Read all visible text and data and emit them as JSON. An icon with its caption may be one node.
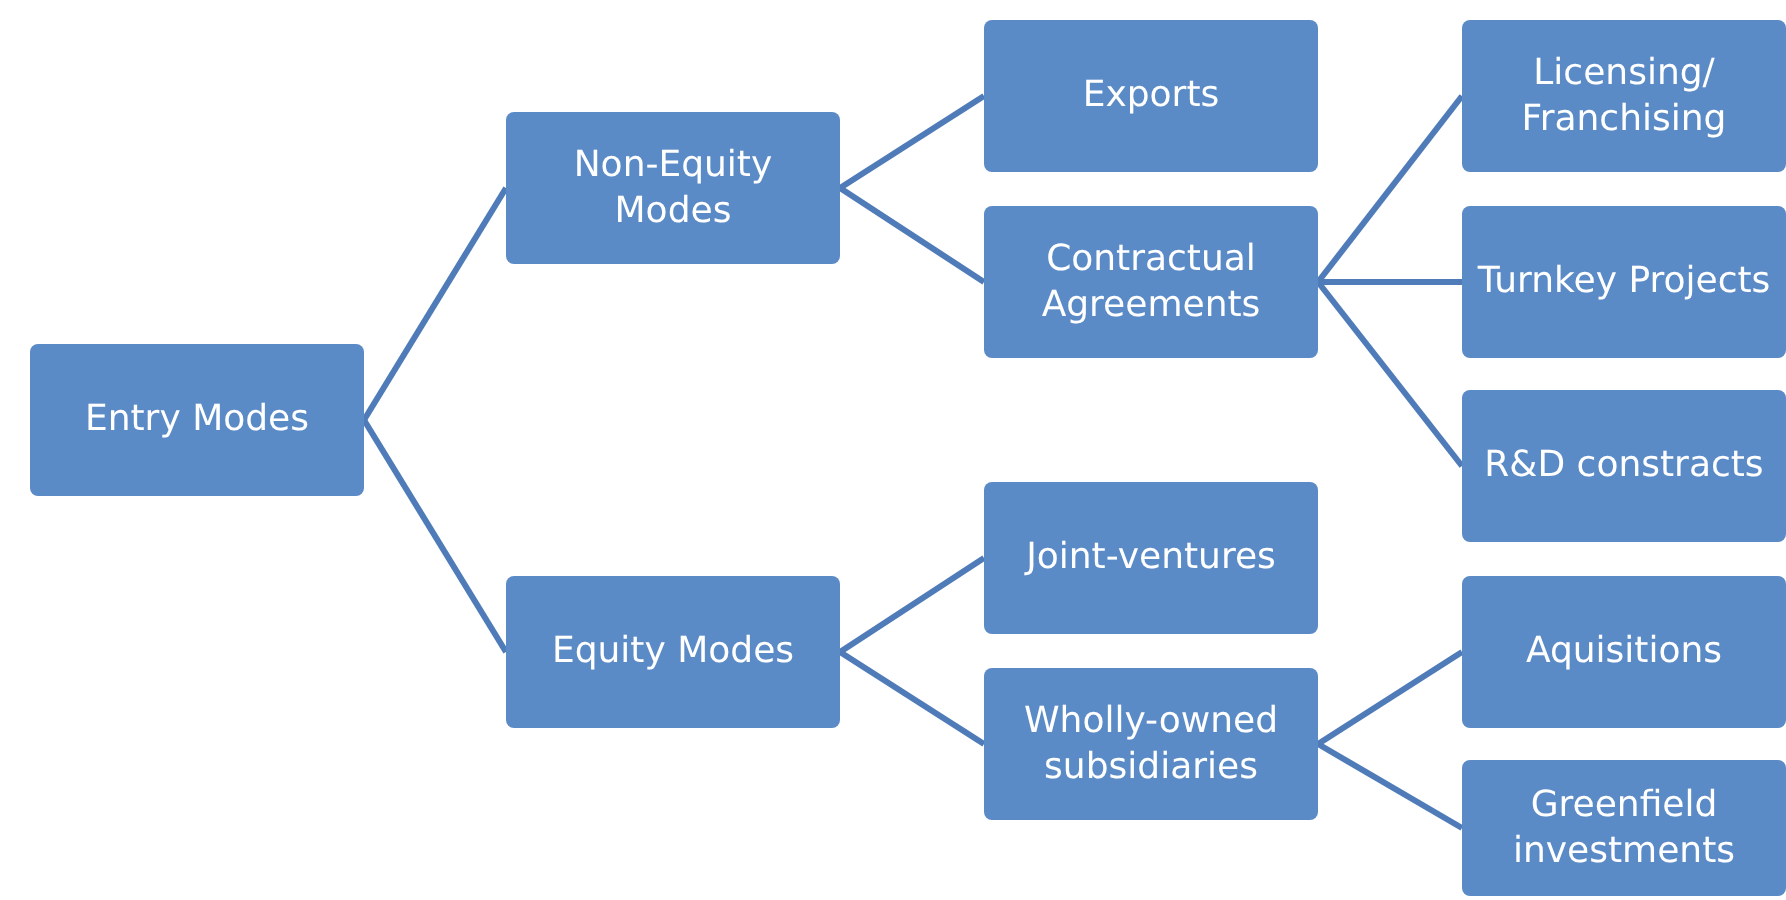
{
  "diagram": {
    "nodes": [
      {
        "text": [
          "Entry Modes"
        ]
      },
      {
        "text": [
          "Non-Equity Modes"
        ]
      },
      {
        "text": [
          "Equity Modes"
        ]
      },
      {
        "text": [
          "Exports"
        ]
      },
      {
        "text": [
          "Contractual Agreements"
        ]
      },
      {
        "text": [
          "Joint-ventures"
        ]
      },
      {
        "text": [
          "Wholly-owned subsidiaries"
        ]
      },
      {
        "text": [
          "Licensing/ Franchising"
        ]
      },
      {
        "text": [
          "Turnkey Projects"
        ]
      },
      {
        "text": [
          "R&D constracts"
        ]
      },
      {
        "text": [
          "Aquisitions"
        ]
      },
      {
        "text": [
          "Greenfield investments"
        ]
      }
    ],
    "edges": [
      {
        "from": 0,
        "to": 1,
        "arrow": "none"
      },
      {
        "from": 0,
        "to": 2,
        "arrow": "none"
      },
      {
        "from": 1,
        "to": 3,
        "arrow": "none"
      },
      {
        "from": 1,
        "to": 4,
        "arrow": "none"
      },
      {
        "from": 4,
        "to": 7,
        "arrow": "none"
      },
      {
        "from": 4,
        "to": 8,
        "arrow": "none"
      },
      {
        "from": 4,
        "to": 9,
        "arrow": "none"
      },
      {
        "from": 2,
        "to": 5,
        "arrow": "none"
      },
      {
        "from": 2,
        "to": 6,
        "arrow": "none"
      },
      {
        "from": 6,
        "to": 10,
        "arrow": "none"
      },
      {
        "from": 6,
        "to": 11,
        "arrow": "none"
      }
    ]
  }
}
